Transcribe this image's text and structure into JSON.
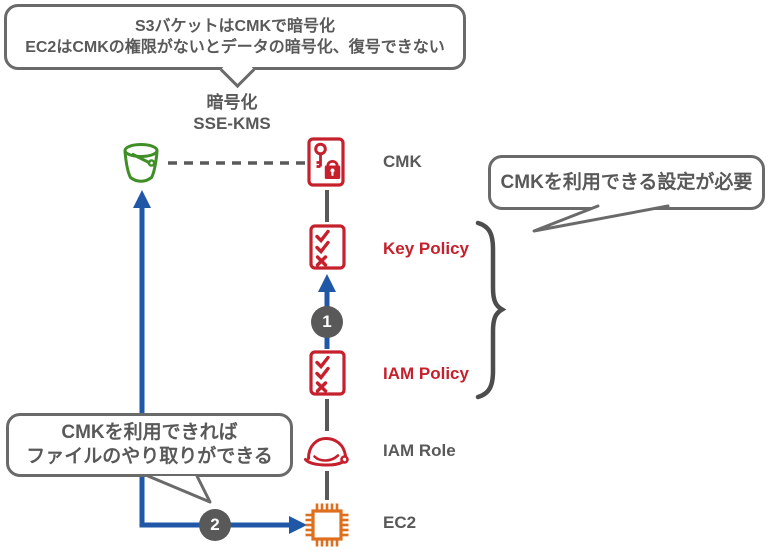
{
  "colors": {
    "red": "#c5202b",
    "green": "#3f8e26",
    "orange": "#dd6f1e",
    "blue": "#2057a7",
    "gray": "#595959",
    "border_gray": "#6a6a6a",
    "dark": "#4d4d4d"
  },
  "bubble_top": {
    "line1": "S3バケットはCMKで暗号化",
    "line2": "EC2はCMKの権限がないとデータの暗号化、復号できない"
  },
  "bubble_right": {
    "text": "CMKを利用できる設定が必要"
  },
  "bubble_left": {
    "line1": "CMKを利用できれば",
    "line2": "ファイルのやり取りができる"
  },
  "encryption_label": {
    "line1": "暗号化",
    "line2": "SSE-KMS"
  },
  "nodes": {
    "cmk": "CMK",
    "key_policy": "Key Policy",
    "iam_policy": "IAM Policy",
    "iam_role": "IAM Role",
    "ec2": "EC2"
  },
  "steps": {
    "step1": "1",
    "step2": "2"
  },
  "icons": {
    "s3": "s3-bucket-icon",
    "cmk": "kms-key-lock-icon",
    "key_policy": "policy-checklist-icon",
    "iam_policy": "policy-checklist-icon",
    "iam_role": "iam-role-hat-icon",
    "ec2": "ec2-chip-icon"
  }
}
